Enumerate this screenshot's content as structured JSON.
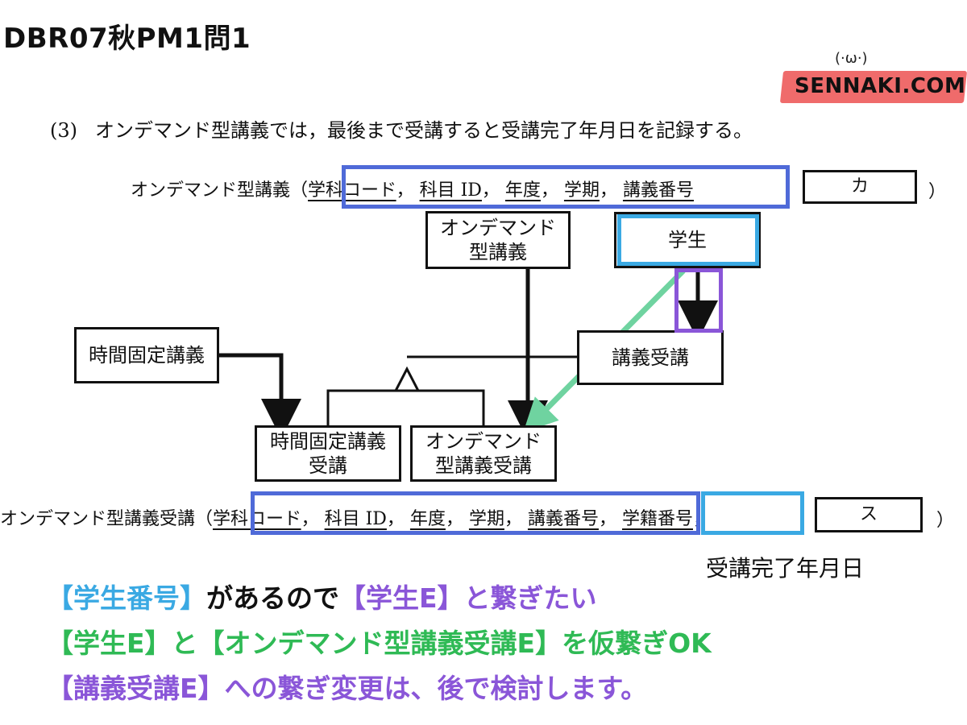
{
  "title": "DBR07秋PM1問1",
  "logo": {
    "text": "SENNAKI.COM",
    "face": "(·ω·)"
  },
  "question": {
    "number": "(3)",
    "text": "オンデマンド型講義では，最後まで受講すると受講完了年月日を記録する。"
  },
  "entity1": {
    "name": "オンデマンド型講義",
    "open": "（",
    "attrs": [
      "学科コード",
      "科目 ID",
      "年度",
      "学期",
      "講義番号"
    ],
    "blank": "カ",
    "close": "）"
  },
  "entity2": {
    "name": "オンデマンド型講義受講",
    "open": "（",
    "attrs": [
      "学科コード",
      "科目 ID",
      "年度",
      "学期",
      "講義番号"
    ],
    "extra_attr": "学籍番号",
    "blank": "ス",
    "close": "）"
  },
  "boxes": {
    "ondemand": "オンデマンド\n型講義",
    "student": "学生",
    "fixed": "時間固定講義",
    "enroll": "講義受講",
    "fixed_enroll": "時間固定講義\n受講",
    "ondemand_enroll": "オンデマンド\n型講義受講"
  },
  "note": "受講完了年月日",
  "caption": {
    "line1": [
      {
        "text": "【学生番号】",
        "color": "#3aa9e3"
      },
      {
        "text": "があるので",
        "color": "#111111"
      },
      {
        "text": "【学生E】と繋ぎたい",
        "color": "#8a56d8"
      }
    ],
    "line2": "【学生E】と【オンデマンド型講義受講E】を仮繋ぎOK",
    "line3": "【講義受講E】への繋ぎ変更は、後で検討します。"
  },
  "colors": {
    "blue_box": "#4f6ad8",
    "light_blue_box": "#3aa9e3",
    "purple_box": "#8a56d8",
    "green_arrow": "#6fd3a0",
    "logo_bar": "#ef6b6b"
  }
}
